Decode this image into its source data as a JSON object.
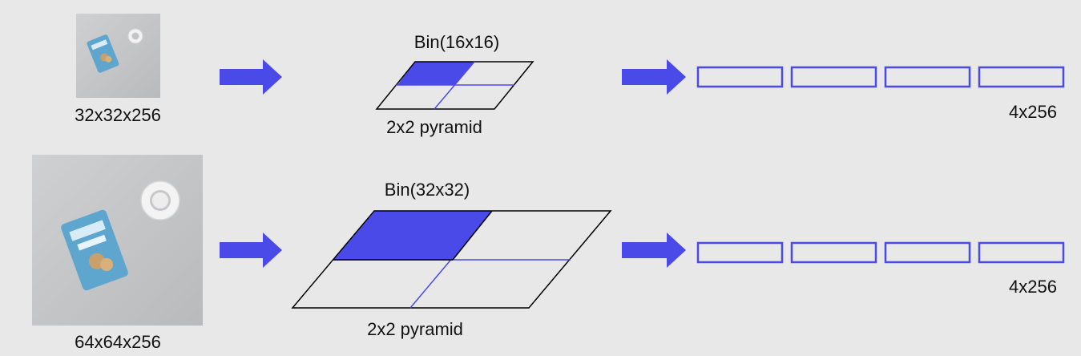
{
  "colors": {
    "background": "#e8e8e8",
    "accent": "#4a4ae8",
    "outline": "#000000"
  },
  "rows": [
    {
      "input_label": "32x32x256",
      "bin_label": "Bin(16x16)",
      "pyramid_label": "2x2 pyramid",
      "output_label": "4x256",
      "output_cells": 4,
      "highlighted_cell": "top-left"
    },
    {
      "input_label": "64x64x256",
      "bin_label": "Bin(32x32)",
      "pyramid_label": "2x2 pyramid",
      "output_label": "4x256",
      "output_cells": 4,
      "highlighted_cell": "top-left"
    }
  ]
}
